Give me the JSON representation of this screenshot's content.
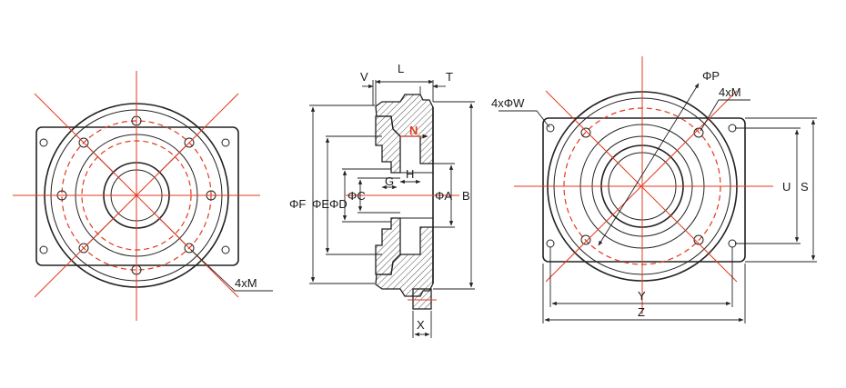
{
  "colors": {
    "outline": "#222222",
    "centerline": "#e23a1e",
    "background": "#ffffff"
  },
  "left_view": {
    "labels": {
      "thread": "4xM"
    }
  },
  "section_view": {
    "labels": {
      "v": "V",
      "l": "L",
      "t": "T",
      "n": "N",
      "h": "H",
      "g": "G",
      "phi_f": "ΦF",
      "phi_e": "ΦE",
      "phi_d": "ΦD",
      "phi_c": "ΦC",
      "phi_a": "ΦA",
      "b": "B",
      "x": "X"
    }
  },
  "right_view": {
    "labels": {
      "holes": "4xΦW",
      "phi_p": "ΦP",
      "thread": "4xM",
      "u": "U",
      "s": "S",
      "y": "Y",
      "z": "Z"
    }
  }
}
